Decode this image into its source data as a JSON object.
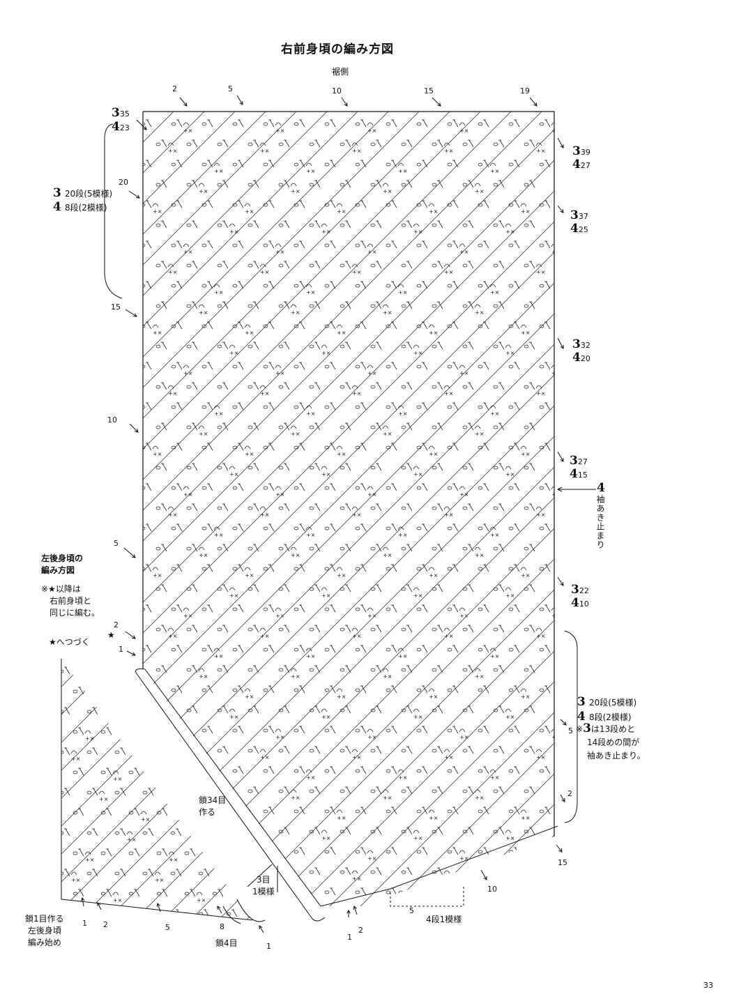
{
  "title": "右前身頃の編み方図",
  "top_side_label": "裾側",
  "top_row_numbers": [
    "2",
    "5",
    "10",
    "15",
    "19"
  ],
  "left_row_numbers": [
    "20",
    "15",
    "10",
    "5",
    "2",
    "1"
  ],
  "left_top_size": {
    "a": "3",
    "a_val": "35",
    "b": "4",
    "b_val": "23"
  },
  "left_bracket": {
    "a": "3",
    "a_text": "20段(5模様)",
    "b": "4",
    "b_text": "8段(2模様)"
  },
  "right_sizes": [
    {
      "a": "3",
      "a_val": "39",
      "b": "4",
      "b_val": "27"
    },
    {
      "a": "3",
      "a_val": "37",
      "b": "4",
      "b_val": "25"
    },
    {
      "a": "3",
      "a_val": "32",
      "b": "4",
      "b_val": "20"
    },
    {
      "a": "3",
      "a_val": "27",
      "b": "4",
      "b_val": "15"
    },
    {
      "a": "3",
      "a_val": "22",
      "b": "4",
      "b_val": "10"
    }
  ],
  "sleeve_stop": {
    "num": "4",
    "text": "袖あき止まり"
  },
  "right_bracket": {
    "a": "3",
    "a_text": "20段(5模様)",
    "b": "4",
    "b_text": "8段(2模様)"
  },
  "note": {
    "mark": "※",
    "num": "3",
    "line1": "は13段めと",
    "line2": "14段めの間が",
    "line3": "袖あき止まり。"
  },
  "right_row_numbers": [
    "5",
    "2",
    "15",
    "10"
  ],
  "chain_start": {
    "line1": "鎖34目",
    "line2": "作る"
  },
  "pattern_3": {
    "line1": "3目",
    "line2": "1模様"
  },
  "pattern_4": "4段1模様",
  "bottom_numbers": {
    "n1": "1",
    "n2": "2",
    "n5": "5"
  },
  "left_back": {
    "title1": "左後身頃の",
    "title2": "編み方図",
    "note1": "※★以降は",
    "note2": "右前身頃と",
    "note3": "同じに編む。",
    "star": "★",
    "continue": "★へつづく",
    "start1": "鎖1目作る",
    "start2": "左後身頃",
    "start3": "編み始め",
    "chain4": "鎖4目",
    "nums": [
      "1",
      "2",
      "5",
      "8",
      "1"
    ]
  },
  "page_number": "33"
}
